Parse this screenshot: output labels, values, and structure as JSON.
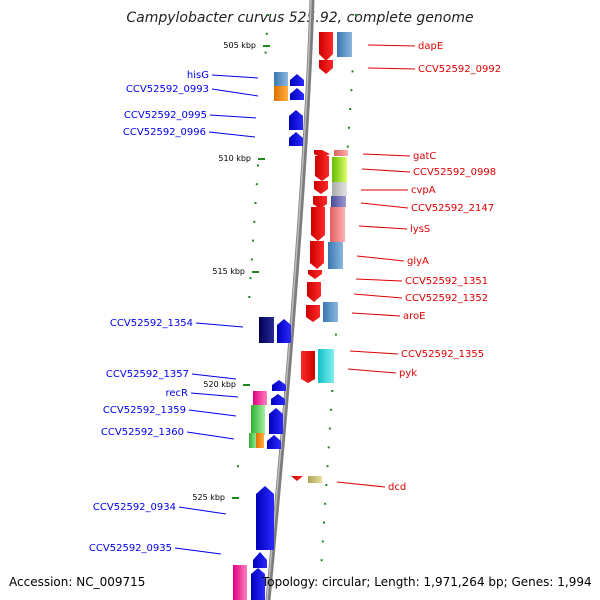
{
  "title": "Campylobacter curvus 525.92, complete genome",
  "footer": {
    "accession": "Accession: NC_009715",
    "stats": "Topology: circular; Length: 1,971,264 bp; Genes: 1,994"
  },
  "colors": {
    "backbone": "#9a9a9a",
    "tick": "#1a8a1a",
    "left_label": "#0000ee",
    "right_label": "#dd0000",
    "forward_gene": "#0000ee",
    "reverse_gene": "#ee0000"
  },
  "kbp_marks": [
    "505 kbp",
    "510 kbp",
    "515 kbp",
    "520 kbp",
    "525 kbp"
  ],
  "left_labels": [
    {
      "text": "hisG"
    },
    {
      "text": "CCV52592_0993"
    },
    {
      "text": "CCV52592_0995"
    },
    {
      "text": "CCV52592_0996"
    },
    {
      "text": "CCV52592_1354"
    },
    {
      "text": "CCV52592_1357"
    },
    {
      "text": "recR"
    },
    {
      "text": "CCV52592_1359"
    },
    {
      "text": "CCV52592_1360"
    },
    {
      "text": "CCV52592_0934"
    },
    {
      "text": "CCV52592_0935"
    }
  ],
  "right_labels": [
    {
      "text": "dapE"
    },
    {
      "text": "CCV52592_0992"
    },
    {
      "text": "gatC"
    },
    {
      "text": "CCV52592_0998"
    },
    {
      "text": "cvpA"
    },
    {
      "text": "CCV52592_2147"
    },
    {
      "text": "lysS"
    },
    {
      "text": "glyA"
    },
    {
      "text": "CCV52592_1351"
    },
    {
      "text": "CCV52592_1352"
    },
    {
      "text": "aroE"
    },
    {
      "text": "CCV52592_1355"
    },
    {
      "text": "pyk"
    },
    {
      "text": "dcd"
    }
  ]
}
